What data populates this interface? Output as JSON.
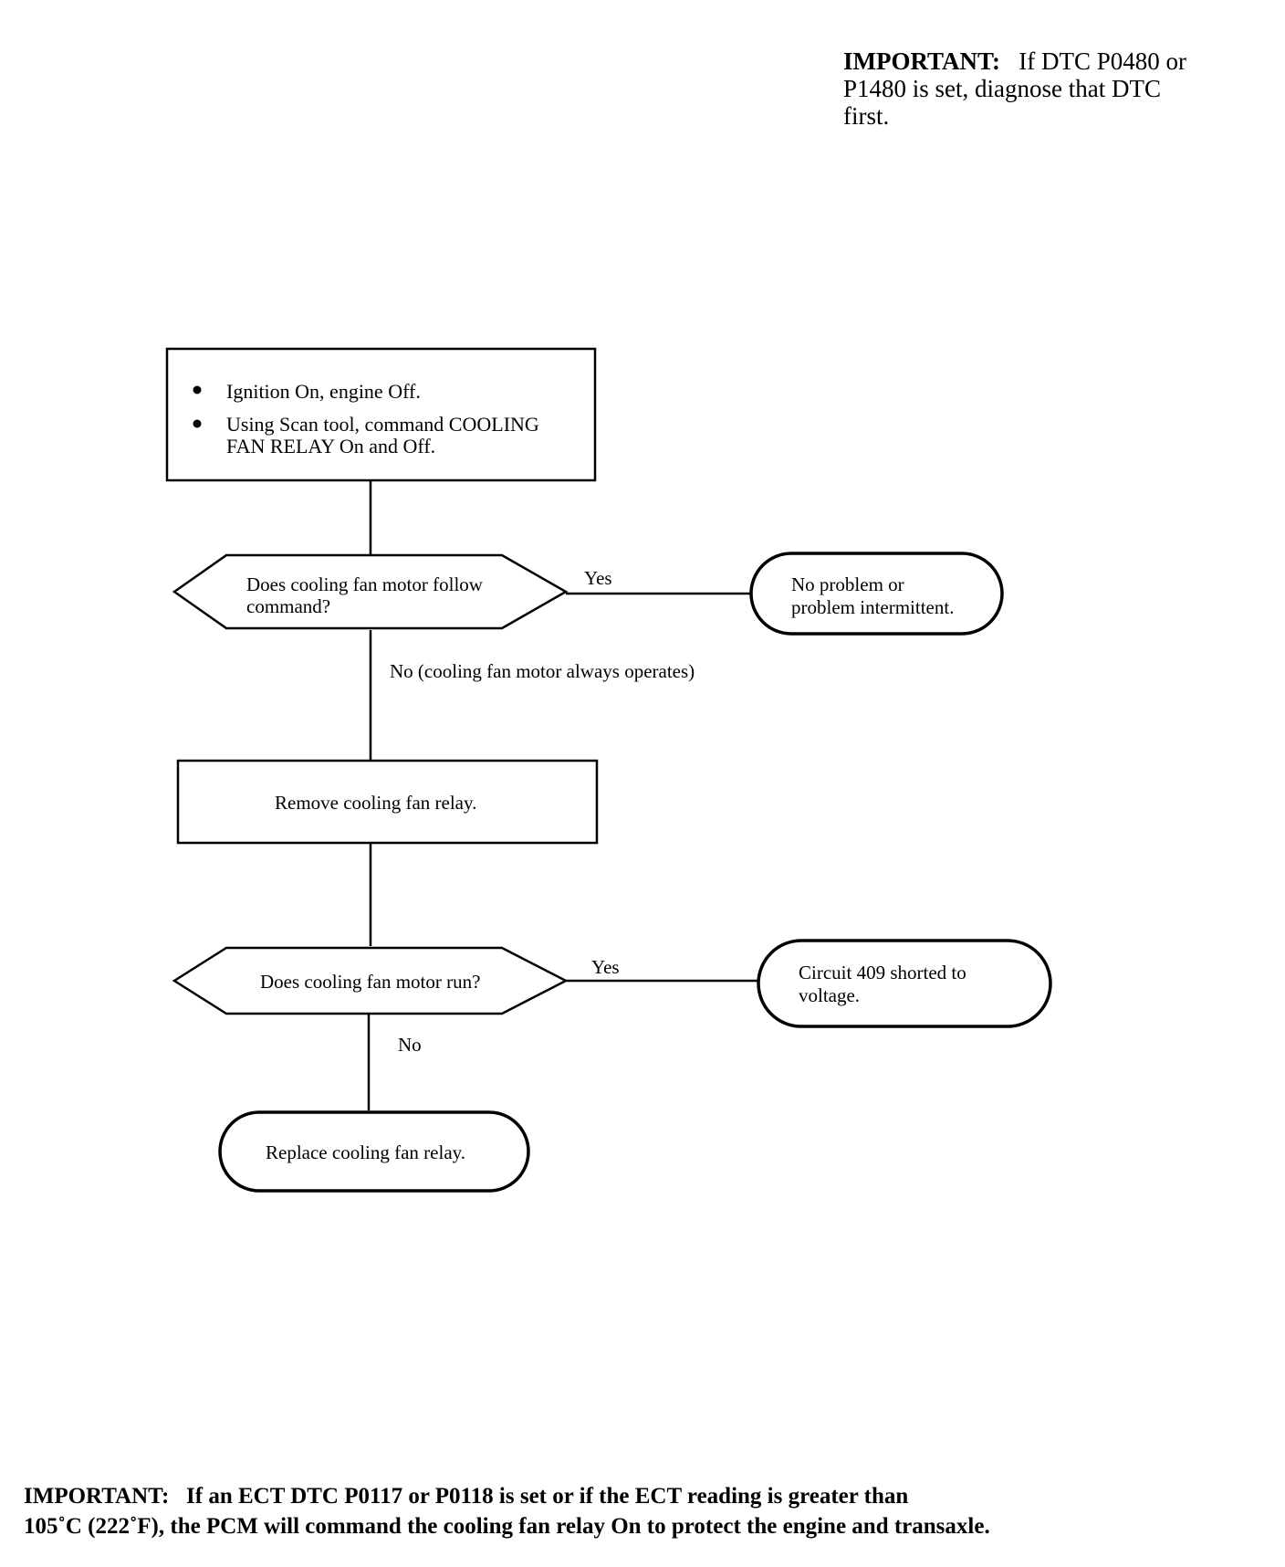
{
  "notes": {
    "top_label": "IMPORTANT:",
    "top_text_1": "If DTC P0480 or",
    "top_text_2": "P1480 is set, diagnose that DTC",
    "top_text_3": "first.",
    "bottom_label": "IMPORTANT:",
    "bottom_text_1": "If an ECT DTC P0117 or P0118 is set or if the ECT reading is greater than",
    "bottom_text_2": "105˚C (222˚F), the PCM will command the cooling fan relay On to protect the engine and transaxle."
  },
  "flow": {
    "step1": {
      "bullet1": "Ignition On, engine Off.",
      "bullet2_line1": "Using Scan tool, command COOLING",
      "bullet2_line2": "FAN RELAY On and Off."
    },
    "decision1": {
      "line1": "Does cooling fan motor follow",
      "line2": "command?",
      "yes_label": "Yes",
      "no_label": "No  (cooling fan motor always operates)"
    },
    "result1": {
      "line1": "No problem or",
      "line2": "problem intermittent."
    },
    "step2": {
      "text": "Remove cooling fan relay."
    },
    "decision2": {
      "text": "Does cooling fan motor run?",
      "yes_label": "Yes",
      "no_label": "No"
    },
    "result2": {
      "line1": "Circuit 409 shorted to",
      "line2": "voltage."
    },
    "result3": {
      "text": "Replace cooling fan relay."
    }
  }
}
